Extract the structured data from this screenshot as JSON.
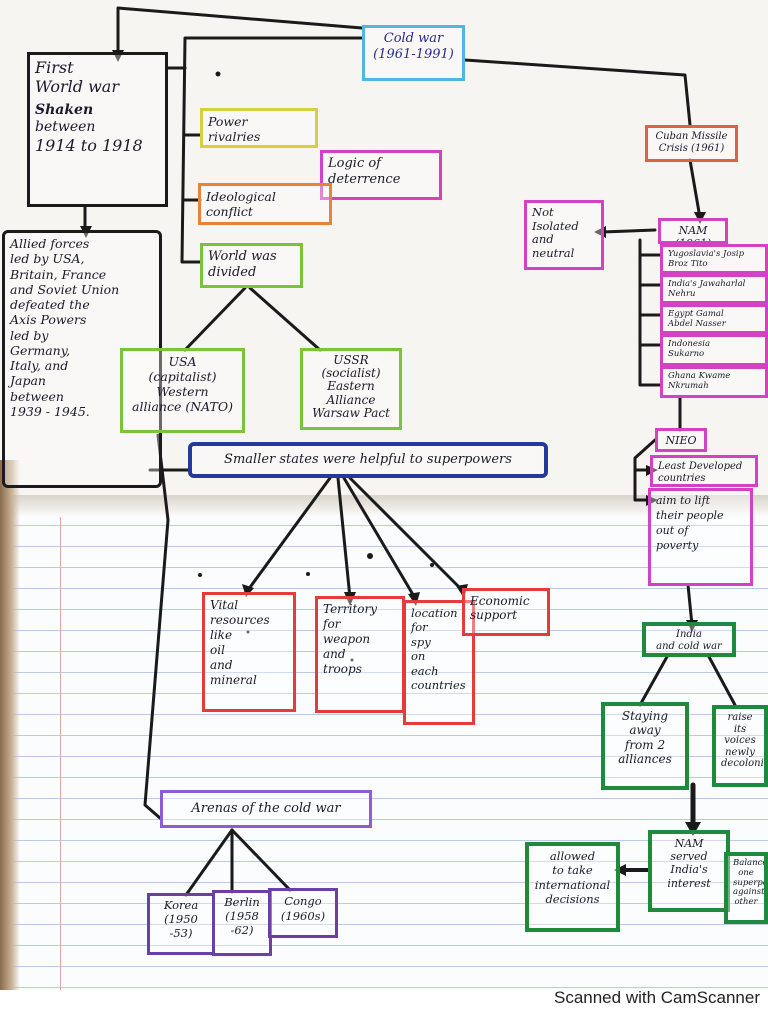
{
  "nodes": {
    "cold_war": "Cold war\n(1961-1991)",
    "first_ww": "First\nWorld war",
    "shaken": "Shaken",
    "between": "between",
    "years": "1914 to 1918",
    "allied": "Allied forces\nled by USA,\nBritain, France\nand Soviet Union\ndefeated the\nAxis Powers\nled by\nGermany,\nItaly, and\nJapan\nbetween\n1939 - 1945.",
    "power": "Power\nrivalries",
    "logic": "Logic of\ndeterrence",
    "ideological": "Ideological\nconflict",
    "divided": "World was\ndivided",
    "usa": "USA\n(capitalist)\nWestern\nalliance (NATO)",
    "ussr": "USSR\n(socialist)\nEastern\nAlliance\nWarsaw Pact",
    "smaller": "Smaller states were helpful to superpowers",
    "vital": "Vital\nresources\nlike\noil\nand\nmineral",
    "territory": "Territory\nfor\nweapon\nand\ntroops",
    "location": "location\nfor\nspy\non\neach\ncountries",
    "economic": "Economic\nsupport",
    "arenas": "Arenas of the cold war",
    "korea": "Korea\n(1950\n-53)",
    "berlin": "Berlin\n(1958\n-62)",
    "congo": "Congo\n(1960s)",
    "cuban": "Cuban Missile\nCrisis (1961)",
    "not_isolated": "Not\nIsolated\nand\nneutral",
    "nam": "NAM (1961)",
    "nam1": "Yugoslavia's Josip\nBroz Tito",
    "nam2": "India's Jawaharlal\nNehru",
    "nam3": "Egypt Gamal\nAbdel Nasser",
    "nam4": "Indonesia\nSukarno",
    "nam5": "Ghana Kwame\nNkrumah",
    "nieo": "NIEO",
    "least": "Least Developed\ncountries",
    "aim": "aim to lift\ntheir people\nout of\npoverty",
    "india_cw": "India\nand cold war",
    "staying": "Staying\naway\nfrom 2\nalliances",
    "raise": "raise\nits\nvoices\nnewly\ndecolonised",
    "allowed": "allowed\nto take\ninternational\ndecisions",
    "nam_serve": "NAM\nserved\nIndia's\ninterest",
    "balance": "Balance\none\nsuperpower\nagainst\nother"
  },
  "watermark": "Scanned with CamScanner"
}
